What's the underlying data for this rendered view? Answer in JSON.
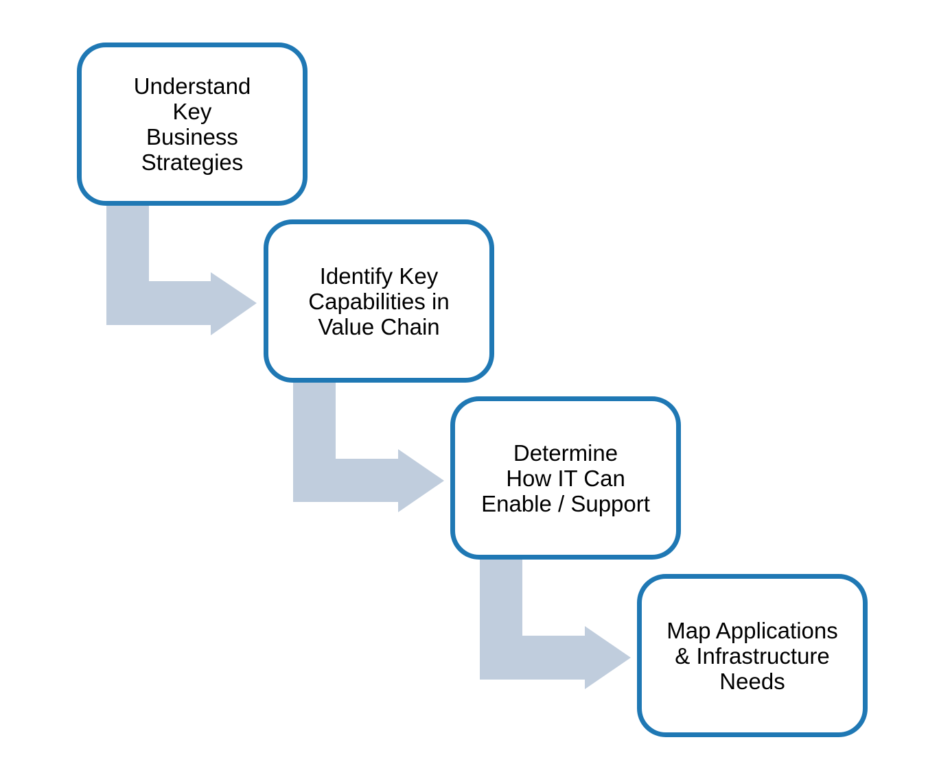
{
  "diagram": {
    "arrow_color": "#c0cddd",
    "box_border_color": "#1f78b4",
    "steps": [
      {
        "label": "Understand\nKey\nBusiness\nStrategies"
      },
      {
        "label": "Identify Key\nCapabilities in\nValue Chain"
      },
      {
        "label": "Determine\nHow IT Can\nEnable / Support"
      },
      {
        "label": "Map Applications\n& Infrastructure\nNeeds"
      }
    ]
  }
}
